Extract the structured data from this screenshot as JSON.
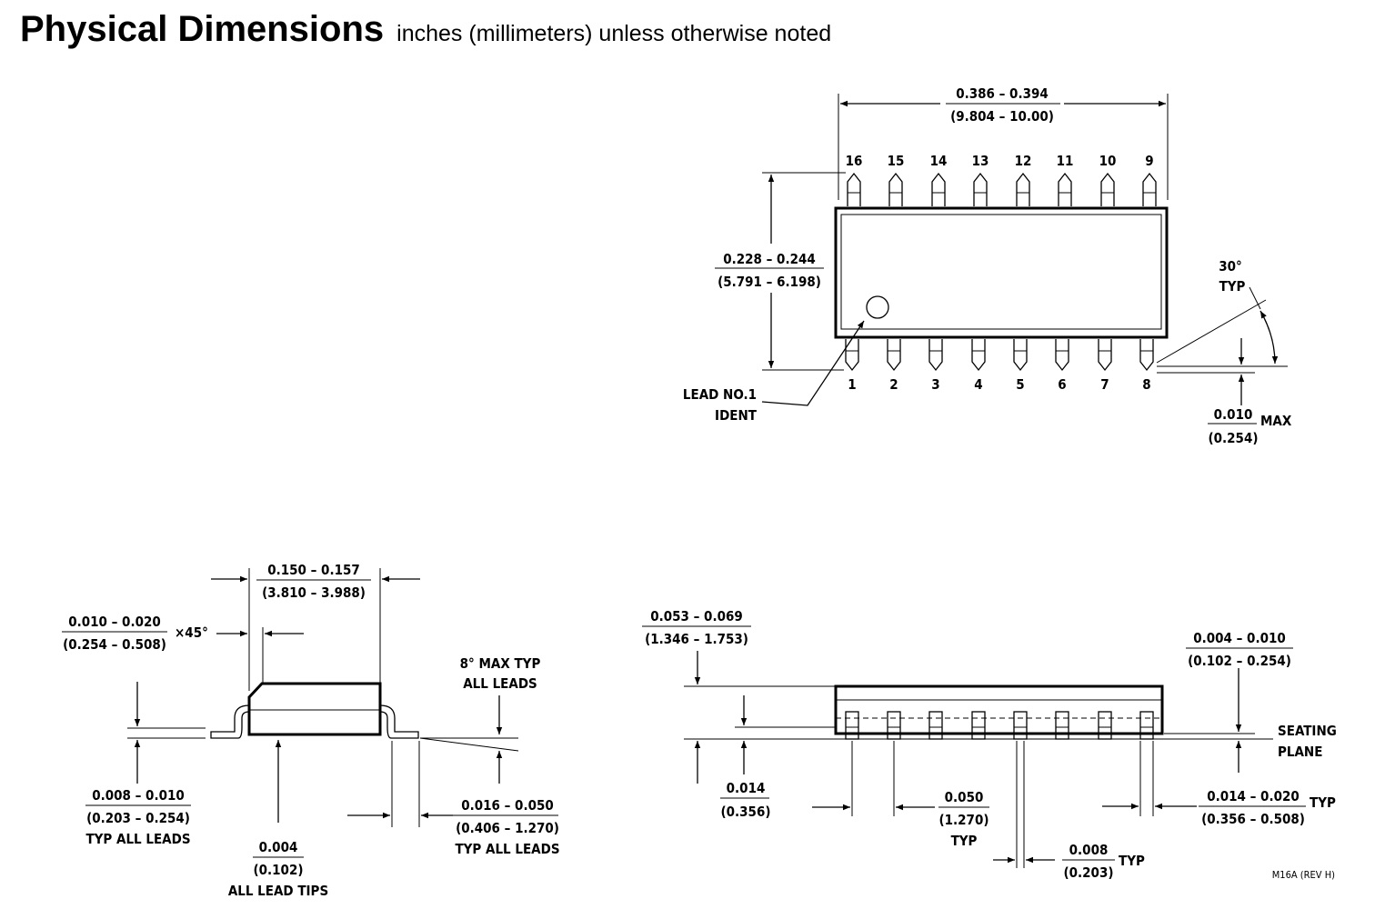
{
  "header": {
    "title": "Physical Dimensions",
    "subtitle": "inches (millimeters) unless otherwise noted"
  },
  "top_view": {
    "length": {
      "in": "0.386 – 0.394",
      "mm": "(9.804 – 10.00)"
    },
    "width": {
      "in": "0.228 – 0.244",
      "mm": "(5.791 – 6.198)"
    },
    "pins_top": [
      "16",
      "15",
      "14",
      "13",
      "12",
      "11",
      "10",
      "9"
    ],
    "pins_bottom": [
      "1",
      "2",
      "3",
      "4",
      "5",
      "6",
      "7",
      "8"
    ],
    "lead_ident": [
      "LEAD NO.1",
      "IDENT"
    ],
    "angle": [
      "30°",
      "TYP"
    ],
    "lead_max": {
      "in": "0.010",
      "mm": "(0.254)",
      "suffix": "MAX"
    }
  },
  "end_view": {
    "body_width": {
      "in": "0.150 – 0.157",
      "mm": "(3.810 – 3.988)"
    },
    "chamfer": {
      "in": "0.010 – 0.020",
      "mm": "(0.254 – 0.508)",
      "suffix": "×45°"
    },
    "angle_note": [
      "8° MAX TYP",
      "ALL LEADS"
    ],
    "lead_thickness": {
      "in": "0.008 – 0.010",
      "mm": "(0.203 – 0.254)",
      "note": "TYP ALL LEADS"
    },
    "lead_tips": {
      "in": "0.004",
      "mm": "(0.102)",
      "note": "ALL LEAD TIPS"
    },
    "foot_length": {
      "in": "0.016 – 0.050",
      "mm": "(0.406 – 1.270)",
      "note": "TYP ALL LEADS"
    }
  },
  "side_view": {
    "height": {
      "in": "0.053 – 0.069",
      "mm": "(1.346 – 1.753)"
    },
    "standoff": {
      "in": "0.004 – 0.010",
      "mm": "(0.102 – 0.254)"
    },
    "seating_plane": [
      "SEATING",
      "PLANE"
    ],
    "lead_height": {
      "in": "0.014",
      "mm": "(0.356)"
    },
    "pitch": {
      "in": "0.050",
      "mm": "(1.270)",
      "note": "TYP"
    },
    "lead_width": {
      "in": "0.014 – 0.020",
      "mm": "(0.356 – 0.508)",
      "suffix": "TYP"
    },
    "lead_gap": {
      "in": "0.008",
      "mm": "(0.203)",
      "suffix": "TYP"
    }
  },
  "drawing_id": "M16A (REV H)"
}
